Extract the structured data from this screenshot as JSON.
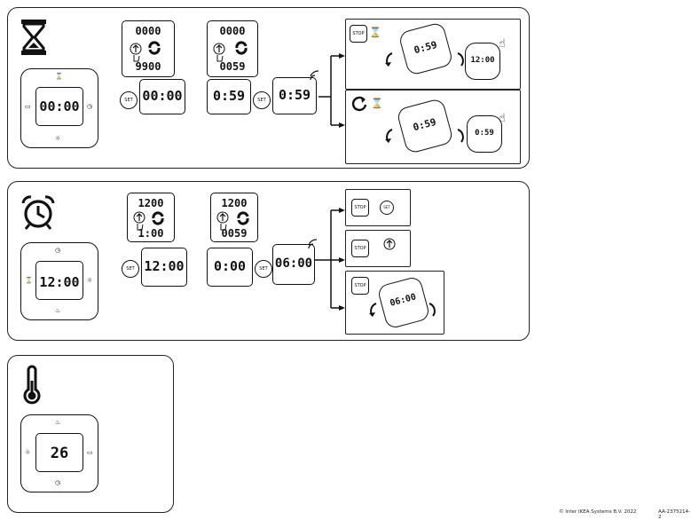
{
  "timer": {
    "icon": "hourglass-icon",
    "device_display": "00:00",
    "step1_display": "00:00",
    "step1_zoom_top": "0000",
    "step1_zoom_bottom": "9900",
    "step2_display": "0:59",
    "step2_zoom_top": "0000",
    "step2_zoom_bottom": "0059",
    "step3_display": "0:59",
    "set_label": "SET",
    "outcome1_stop_label": "STOP",
    "outcome1_device_display": "0:59",
    "outcome1_small_display": "12:00",
    "outcome2_device_display": "0:59",
    "outcome2_small_display": "0:59"
  },
  "alarm": {
    "icon": "alarm-clock-icon",
    "device_display": "12:00",
    "step1_display": "12:00",
    "step1_zoom_top": "1200",
    "step1_zoom_bottom": "1:00",
    "step2_display": "0:00",
    "step2_zoom_top": "1200",
    "step2_zoom_bottom": "0059",
    "step3_display": "06:00",
    "set_label": "SET",
    "stop_label": "STOP",
    "outcome3_device_display": "06:00"
  },
  "thermometer": {
    "icon": "thermometer-icon",
    "device_display": "26"
  },
  "footer": {
    "copyright": "© Inter IKEA Systems B.V. 2022",
    "code": "AA-2375214-2"
  }
}
